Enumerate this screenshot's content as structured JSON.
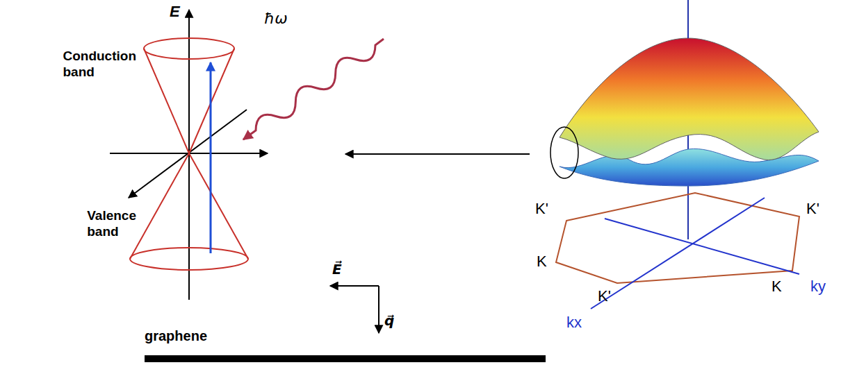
{
  "diagram": {
    "labels": [
      "E",
      "ħω",
      "Conduction band",
      "Valence band",
      "E⃗",
      "q⃗",
      "graphene",
      "K'",
      "K'",
      "K",
      "K'",
      "K",
      "kx",
      "ky"
    ]
  }
}
